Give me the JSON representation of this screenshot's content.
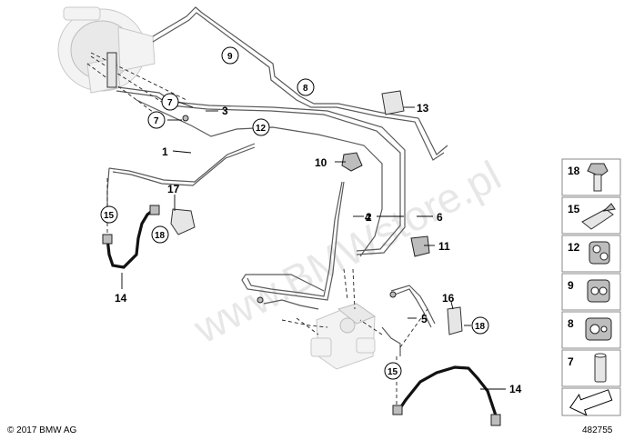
{
  "watermark": "www.BMWstore.pl",
  "copyright": "© 2017 BMW AG",
  "diagram_id": "482755",
  "callouts": {
    "c1": "1",
    "c2": "2",
    "c3": "3",
    "c4": "4",
    "c5": "5",
    "c6": "6",
    "c7a": "7",
    "c7b": "7",
    "c8": "8",
    "c9": "9",
    "c10": "10",
    "c11": "11",
    "c12": "12",
    "c13": "13",
    "c14a": "14",
    "c14b": "14",
    "c15a": "15",
    "c15b": "15",
    "c16": "16",
    "c17": "17",
    "c18a": "18",
    "c18b": "18"
  },
  "legend": [
    {
      "label": "18",
      "icon": "bolt-icon"
    },
    {
      "label": "15",
      "icon": "bracket-icon"
    },
    {
      "label": "12",
      "icon": "pipe-clip-icon"
    },
    {
      "label": "9",
      "icon": "pipe-holder-icon"
    },
    {
      "label": "8",
      "icon": "double-clip-icon"
    },
    {
      "label": "7",
      "icon": "sleeve-icon"
    }
  ]
}
